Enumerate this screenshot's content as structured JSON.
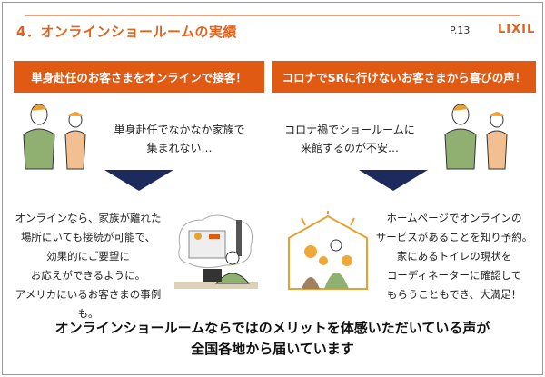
{
  "header": {
    "title": "4．オンラインショールームの実績",
    "page": "P.13",
    "logo": "LIXIL"
  },
  "left": {
    "heading": "単身赴任のお客さまをオンラインで接客！",
    "concern": [
      "単身赴任でなかなか家族で",
      "集まれない…"
    ],
    "result": [
      "オンラインなら、家族が離れた",
      "場所にいても接続が可能で、",
      "効果的にご要望に",
      "お応えができるように。",
      "アメリカにいるお客さまの事例も。"
    ]
  },
  "right": {
    "heading": "コロナでSRに行けないお客さまから喜びの声！",
    "concern": [
      "コロナ禍でショールームに",
      "来館するのが不安…"
    ],
    "result": [
      "ホームページでオンラインの",
      "サービスがあることを知り予約。",
      "家にあるトイレの現状を",
      "コーディネーターに確認して",
      "もらうこともでき、大満足！"
    ]
  },
  "footer": [
    "オンラインショールームならではのメリットを体感いただいている声が",
    "全国各地から届いています"
  ],
  "colors": {
    "accent": "#e05a14",
    "arrow": "#1c2a5e"
  }
}
